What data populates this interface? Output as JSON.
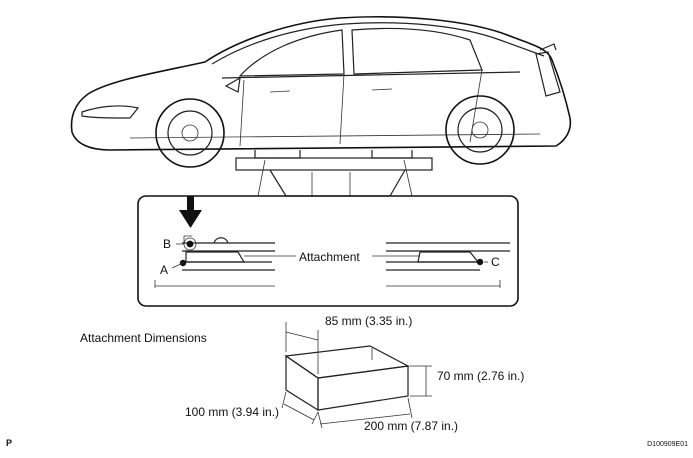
{
  "labels": {
    "point_b": "B",
    "point_a": "A",
    "point_c": "C",
    "attachment": "Attachment",
    "dimensions_title": "Attachment Dimensions",
    "dim_top": "85 mm (3.35 in.)",
    "dim_height": "70 mm (2.76 in.)",
    "dim_width": "100 mm (3.94 in.)",
    "dim_length": "200 mm (7.87 in.)",
    "corner_left": "P",
    "figure_code": "D100909E01"
  },
  "icons": {
    "pointer": "down-arrow-icon"
  }
}
